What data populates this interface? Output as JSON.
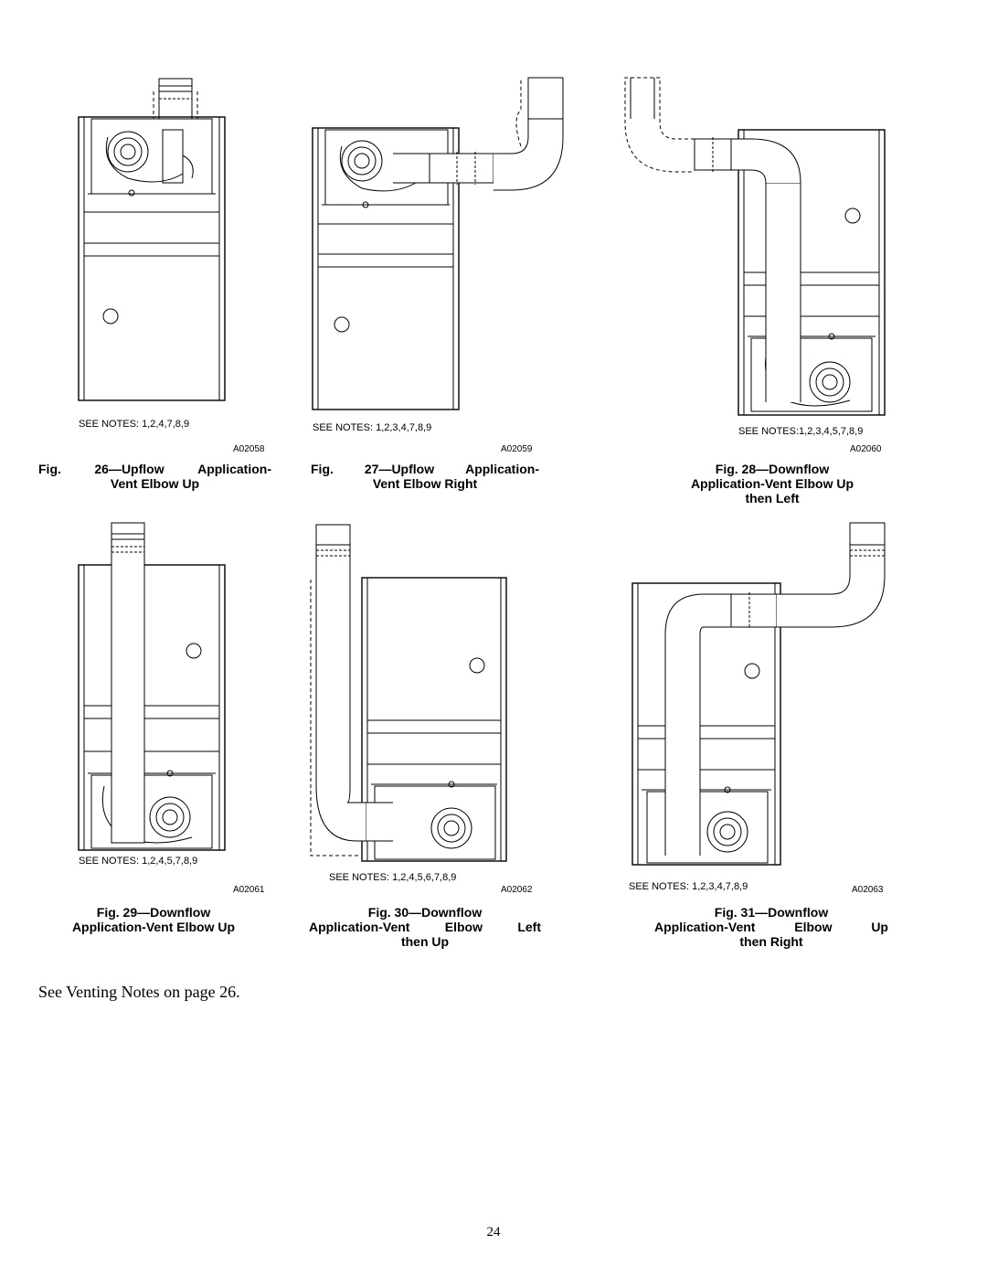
{
  "figures": [
    {
      "id": "fig26",
      "notes": "SEE NOTES: 1,2,4,7,8,9",
      "code": "A02058",
      "caption_lines": [
        "Fig. 26—Upflow Application-",
        "Vent Elbow Up"
      ],
      "orientation": "upflow",
      "vent_route": "elbow-up"
    },
    {
      "id": "fig27",
      "notes": "SEE NOTES: 1,2,3,4,7,8,9",
      "code": "A02059",
      "caption_lines": [
        "Fig. 27—Upflow Application-",
        "Vent Elbow Right"
      ],
      "orientation": "upflow",
      "vent_route": "elbow-right"
    },
    {
      "id": "fig28",
      "notes": "SEE NOTES:1,2,3,4,5,7,8,9",
      "code": "A02060",
      "caption_lines": [
        "Fig. 28—Downflow",
        "Application-Vent Elbow Up",
        "then Left"
      ],
      "orientation": "downflow",
      "vent_route": "elbow-up-then-left"
    },
    {
      "id": "fig29",
      "notes": "SEE NOTES: 1,2,4,5,7,8,9",
      "code": "A02061",
      "caption_lines": [
        "Fig. 29—Downflow",
        "Application-Vent Elbow Up"
      ],
      "orientation": "downflow",
      "vent_route": "elbow-up"
    },
    {
      "id": "fig30",
      "notes": "SEE NOTES: 1,2,4,5,6,7,8,9",
      "code": "A02062",
      "caption_lines": [
        "Fig. 30—Downflow",
        "Application-Vent Elbow Left",
        "then Up"
      ],
      "orientation": "downflow",
      "vent_route": "elbow-left-then-up"
    },
    {
      "id": "fig31",
      "notes": "SEE NOTES: 1,2,3,4,7,8,9",
      "code": "A02063",
      "caption_lines": [
        "Fig. 31—Downflow",
        "Application-Vent Elbow Up",
        "then Right"
      ],
      "orientation": "downflow",
      "vent_route": "elbow-up-then-right"
    }
  ],
  "footnote": "See Venting Notes on page 26.",
  "page_number": "24"
}
